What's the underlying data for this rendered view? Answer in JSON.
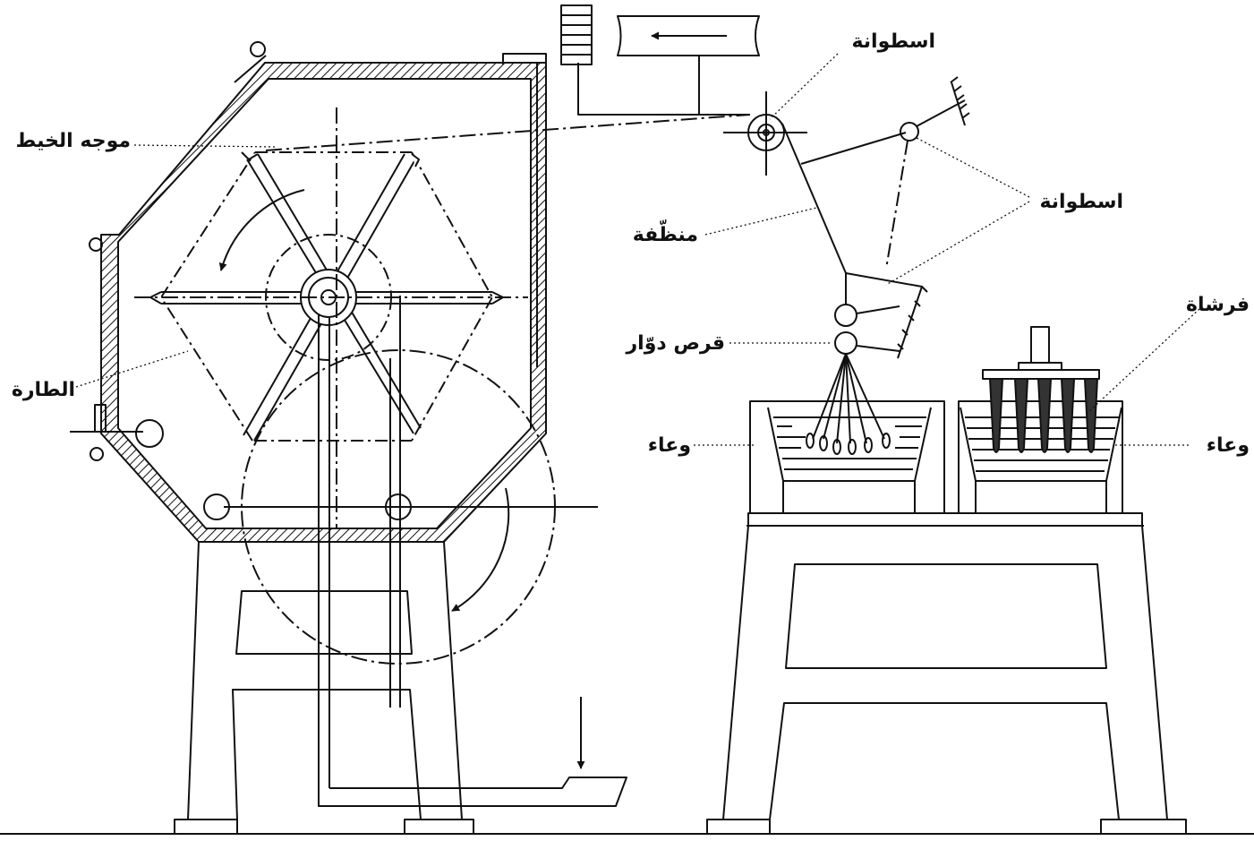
{
  "labels": {
    "thread_guide": "موجه الخيط",
    "reel": "الطارة",
    "cylinder_top": "اسطوانة",
    "cylinder_right": "اسطوانة",
    "cleaner": "منظّفة",
    "rotating_disc": "قرص دوّار",
    "brush": "فرشاة",
    "container_left": "وعاء",
    "container_right": "وعاء"
  }
}
